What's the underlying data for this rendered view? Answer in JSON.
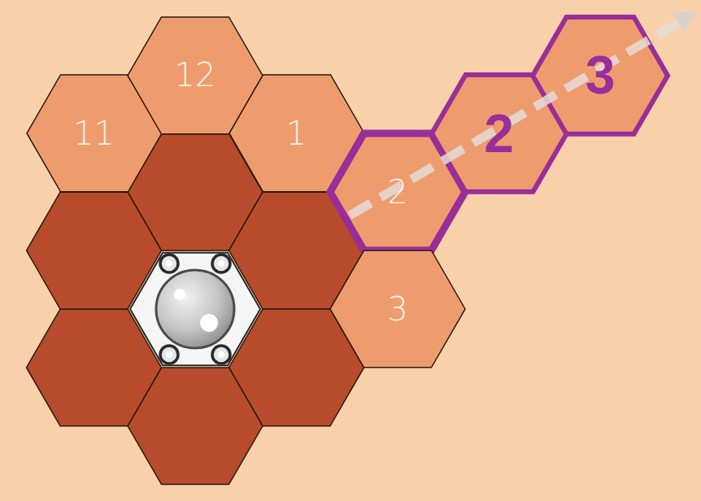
{
  "diagram": {
    "nodes": [
      {
        "text": [
          "11"
        ]
      },
      {
        "text": [
          "12"
        ]
      },
      {
        "text": [
          "1"
        ]
      },
      {
        "text": [
          "2"
        ]
      },
      {
        "text": [
          "3"
        ]
      },
      {
        "text": [
          "2"
        ]
      },
      {
        "text": [
          "3"
        ]
      }
    ]
  }
}
